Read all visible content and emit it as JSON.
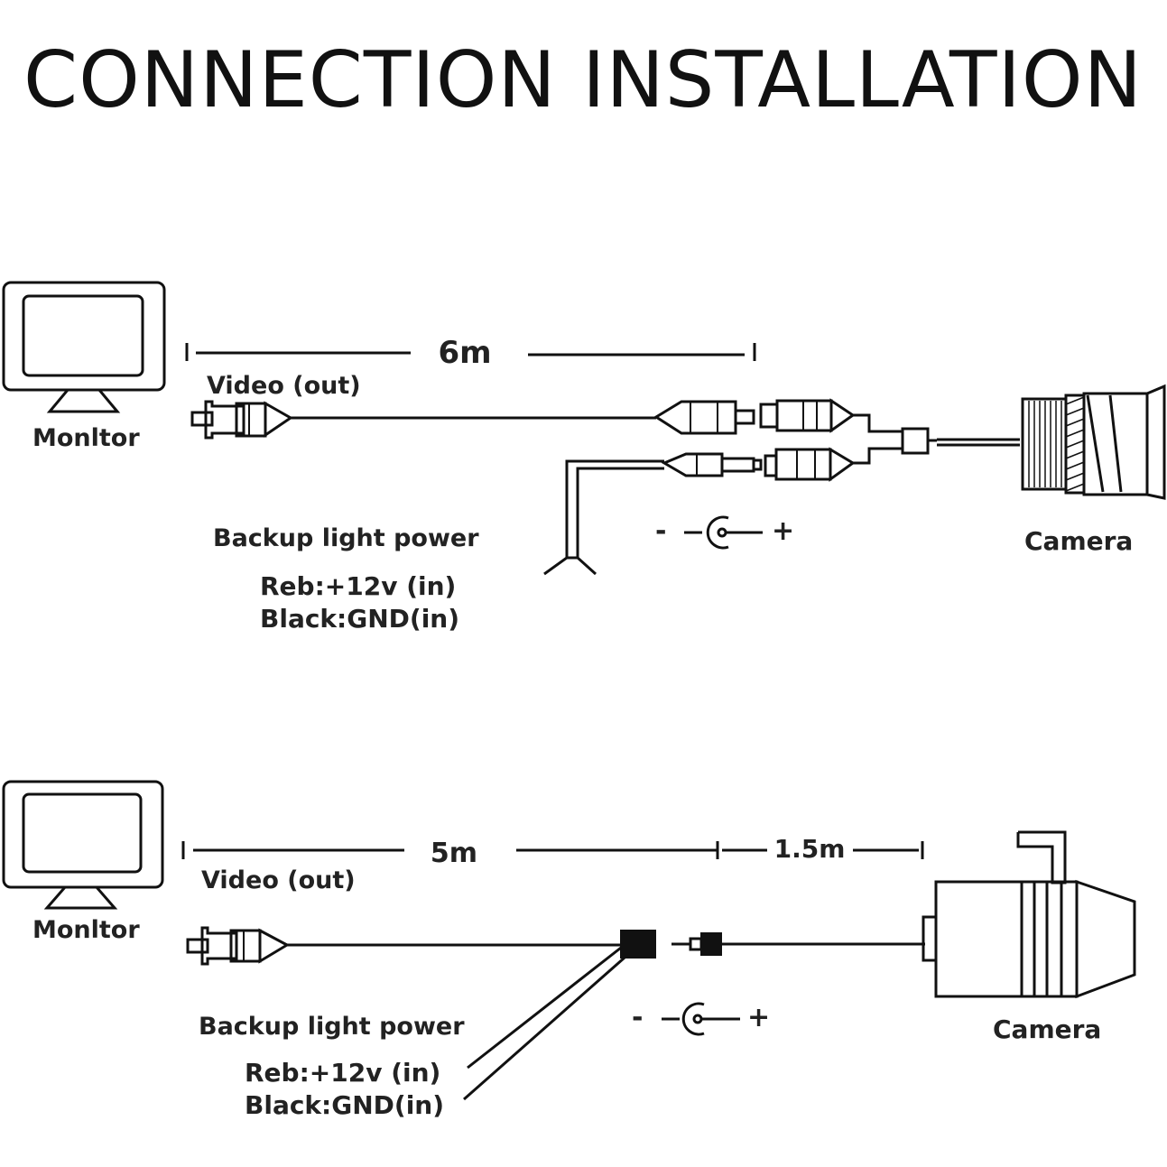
{
  "title": "CONNECTION INSTALLATION",
  "diagram_top": {
    "monitor_label": "Monltor",
    "video_label": "Video (out)",
    "cable_length": "6m",
    "backup_label": "Backup light power",
    "red_label": "Reb:+12v (in)",
    "black_label": "Black:GND(in)",
    "polarity_minus": "-",
    "polarity_plus": "+",
    "camera_label": "Camera"
  },
  "diagram_bottom": {
    "monitor_label": "Monltor",
    "video_label": "Video (out)",
    "cable_length_main": "5m",
    "cable_length_camera": "1.5m",
    "backup_label": "Backup light power",
    "red_label": "Reb:+12v (in)",
    "black_label": "Black:GND(in)",
    "polarity_minus": "-",
    "polarity_plus": "+",
    "camera_label": "Camera"
  }
}
